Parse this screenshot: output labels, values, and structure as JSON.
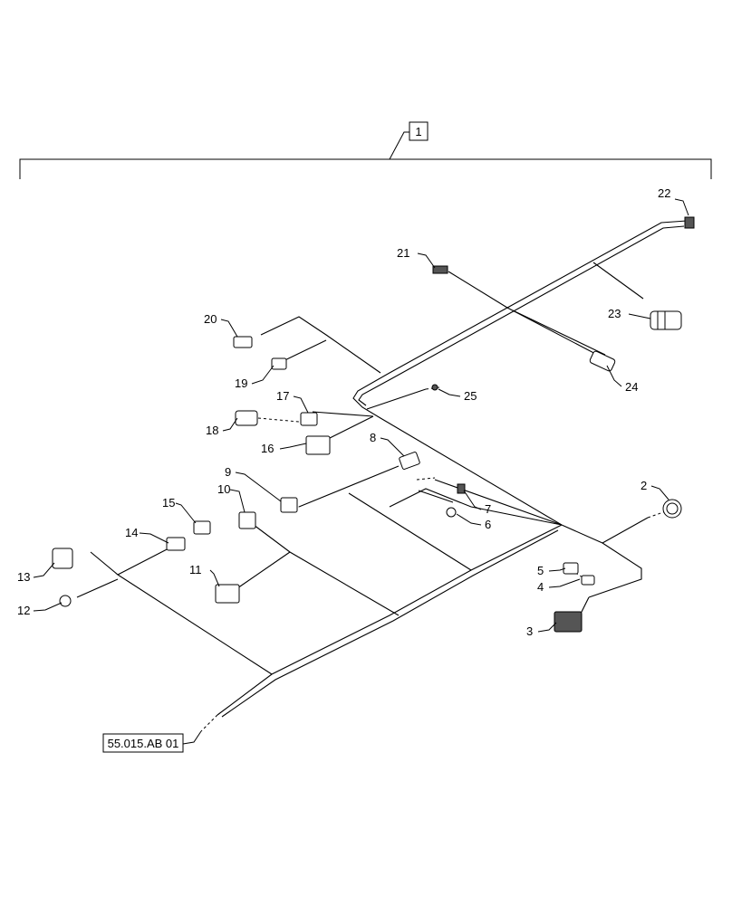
{
  "diagram": {
    "assembly_label": "1",
    "reference_label": "55.015.AB 01",
    "callouts": [
      "2",
      "3",
      "4",
      "5",
      "6",
      "7",
      "8",
      "9",
      "10",
      "11",
      "12",
      "13",
      "14",
      "15",
      "16",
      "17",
      "18",
      "19",
      "20",
      "21",
      "22",
      "23",
      "24",
      "25"
    ]
  }
}
